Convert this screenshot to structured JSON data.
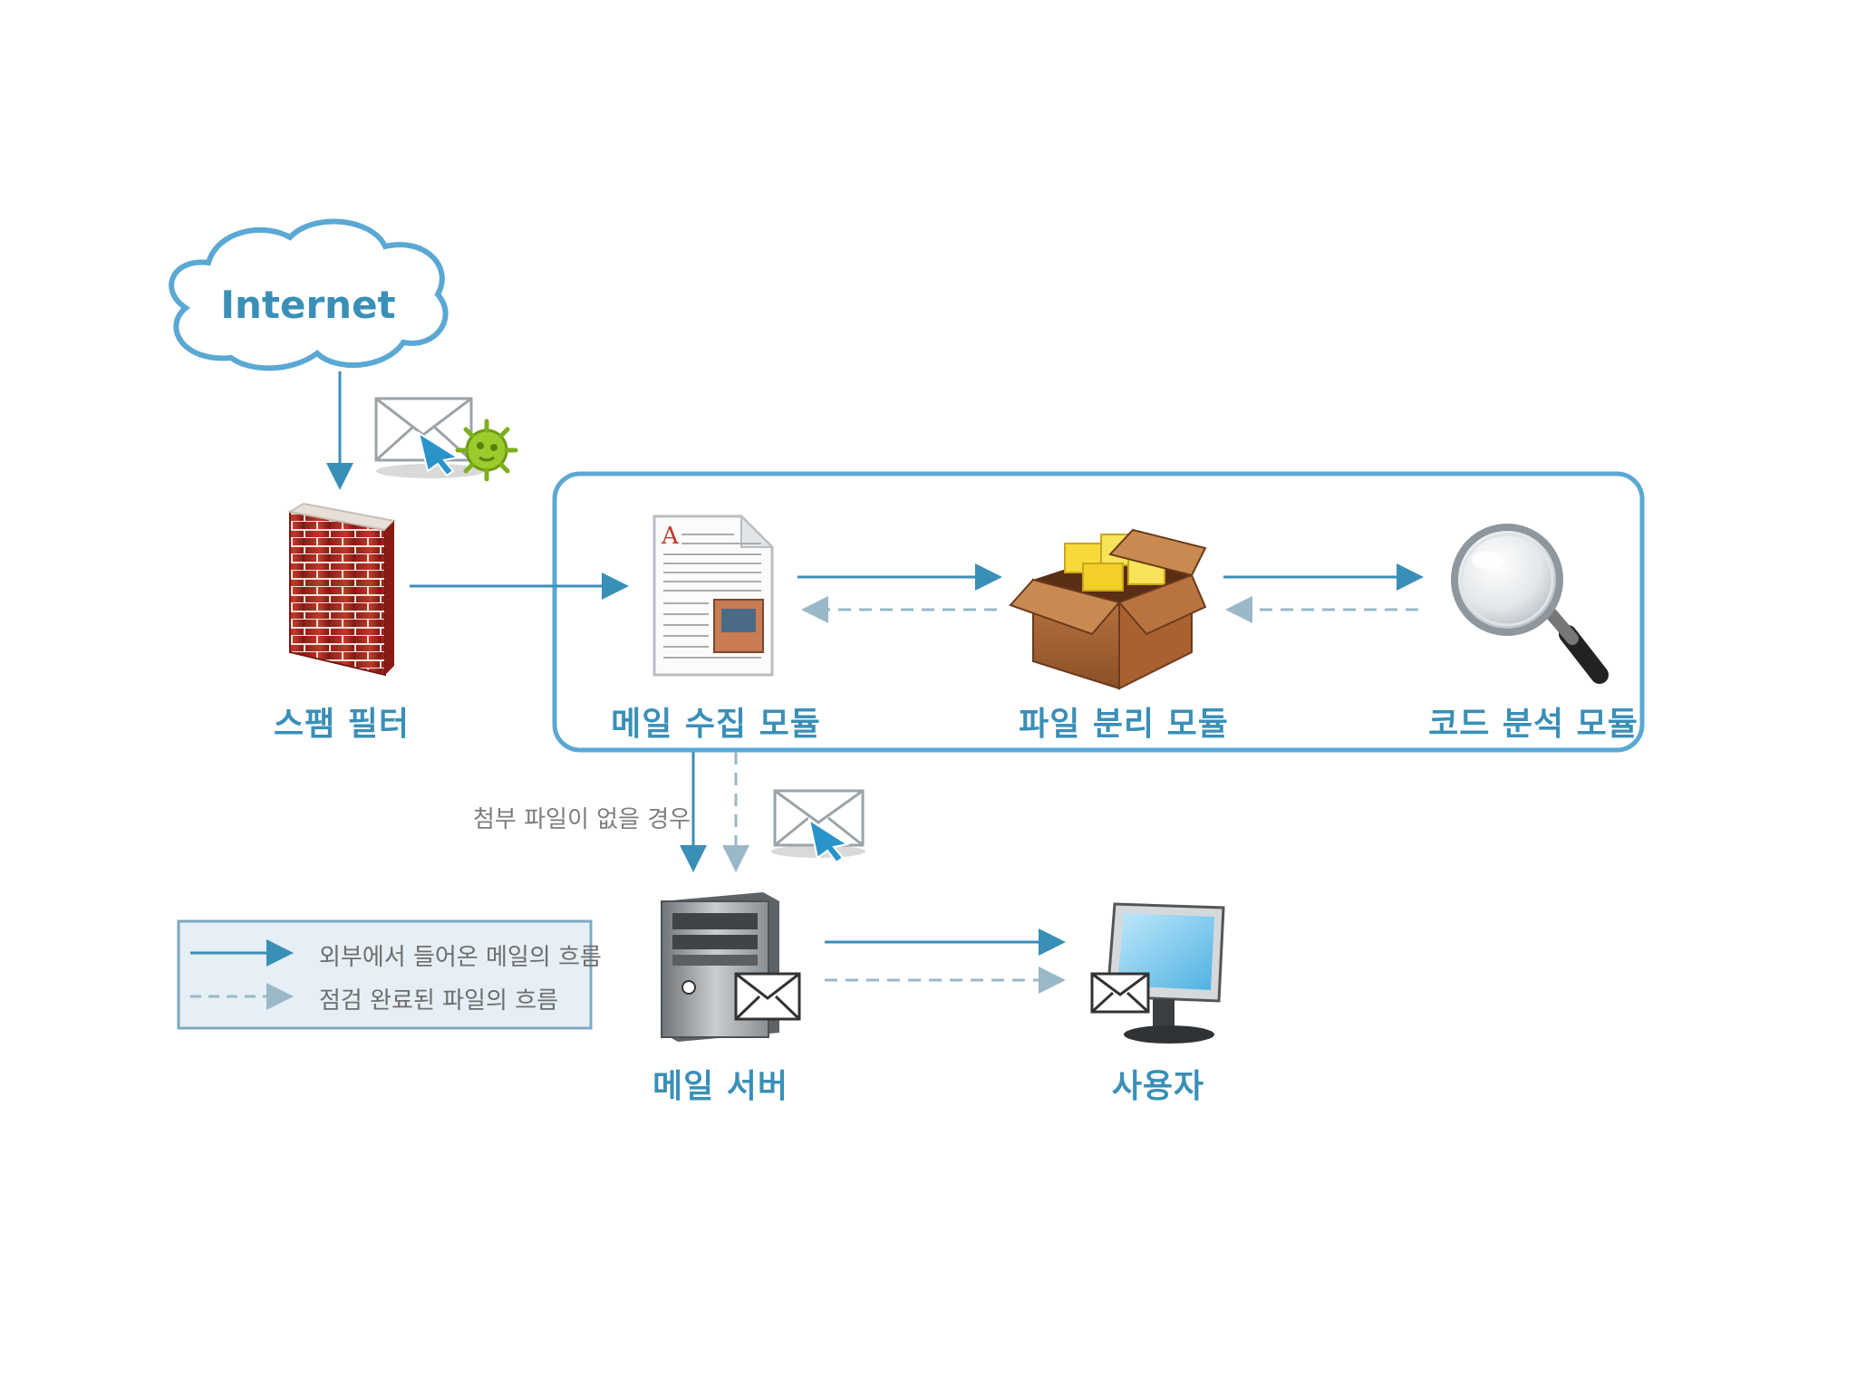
{
  "internet_label": "Internet",
  "nodes": {
    "spam_filter": "스팸 필터",
    "mail_collect": "메일 수집 모듈",
    "file_separate": "파일 분리 모듈",
    "code_analysis": "코드 분석 모듈",
    "mail_server": "메일 서버",
    "user": "사용자"
  },
  "annotation": {
    "no_attachment": "첨부 파일이 없을 경우"
  },
  "legend": {
    "external_flow": "외부에서 들어온 메일의 흐름",
    "checked_flow": "점검 완료된 파일의 흐름"
  },
  "colors": {
    "solid_arrow": "#3a8fb7",
    "dashed_arrow": "#9ab8c8",
    "label": "#3a8fb7",
    "legend_bg": "#e6eff5",
    "legend_border": "#7fa8c2"
  },
  "icons": [
    "cloud-icon",
    "virus-mail-icon",
    "brick-wall-icon",
    "document-icon",
    "open-box-icon",
    "magnifier-icon",
    "mail-icon",
    "server-tower-icon",
    "monitor-icon"
  ]
}
